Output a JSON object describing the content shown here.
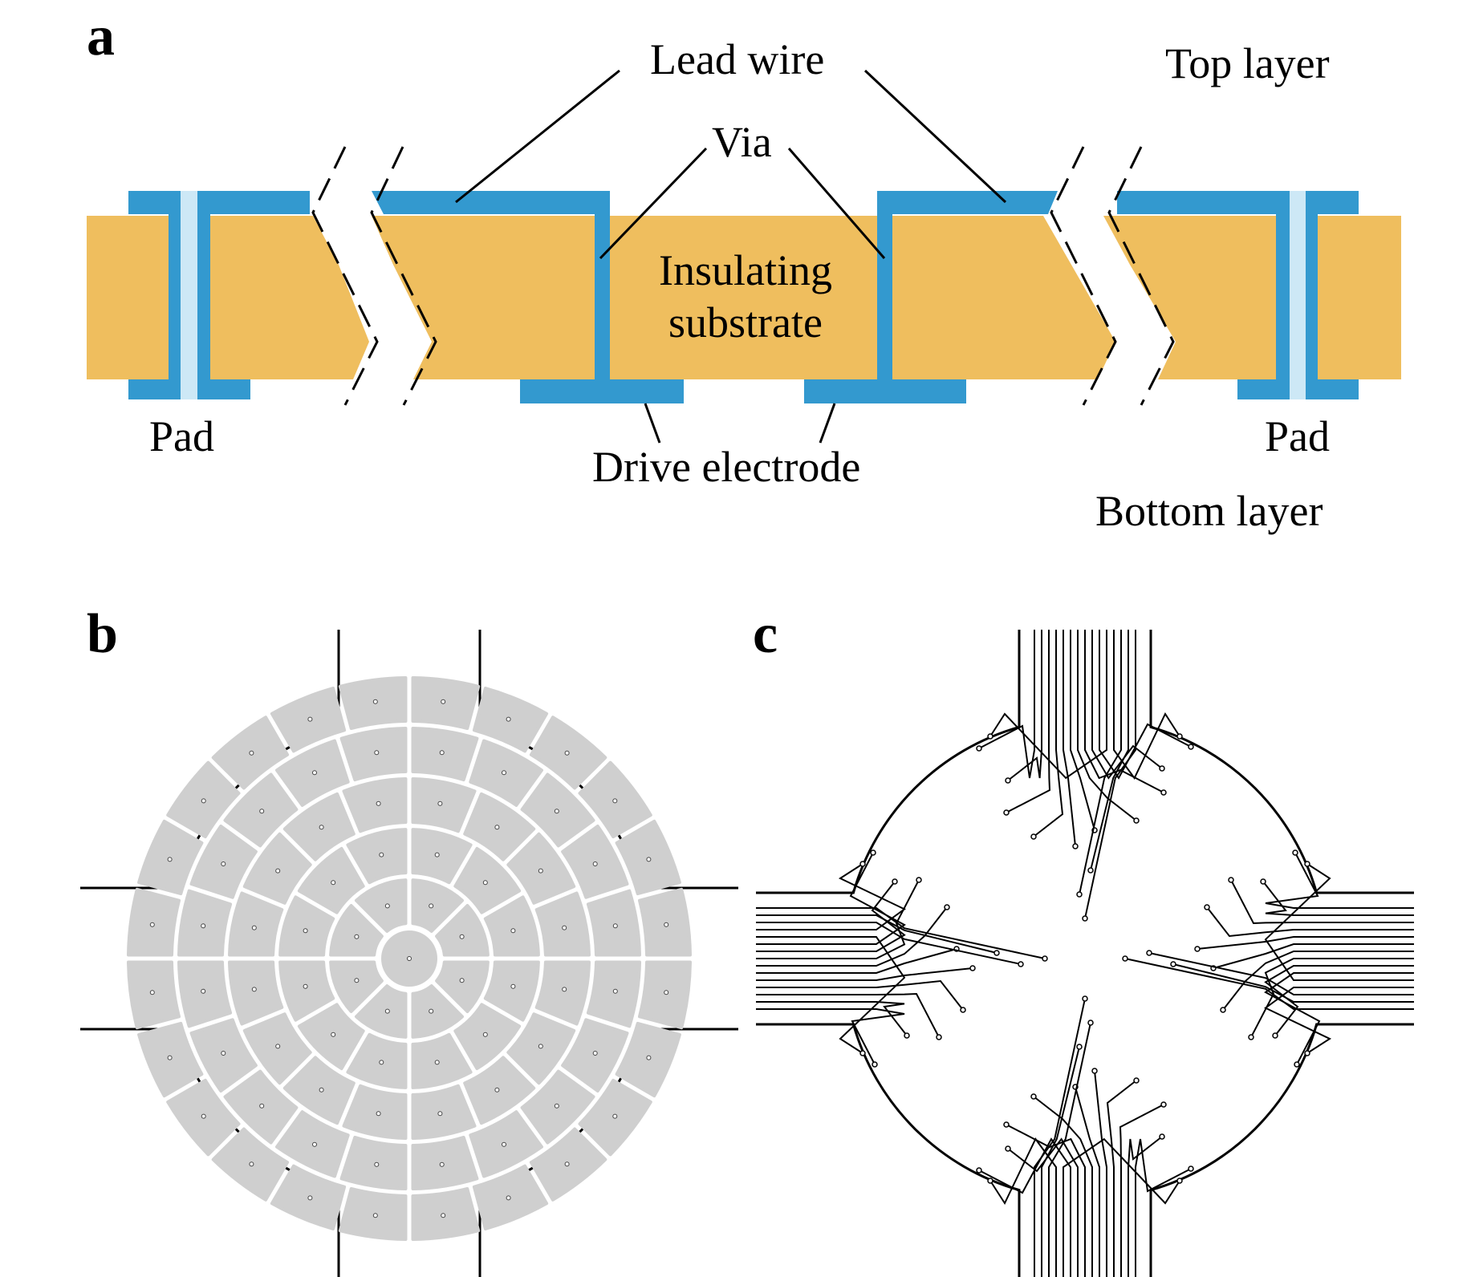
{
  "panels": {
    "a": {
      "letter": "a",
      "labels": {
        "lead_wire": "Lead wire",
        "top_layer": "Top layer",
        "via": "Via",
        "insulating": "Insulating",
        "substrate": "substrate",
        "pad_left": "Pad",
        "pad_right": "Pad",
        "drive_electrode": "Drive electrode",
        "bottom_layer": "Bottom layer"
      }
    },
    "b": {
      "letter": "b"
    },
    "c": {
      "letter": "c"
    }
  },
  "colors": {
    "substrate": "#EFBE5E",
    "copper": "#3399CF",
    "via_fill": "#CDE8F6",
    "electrode": "#CFCFCF",
    "line": "#000000"
  },
  "electrode_array": {
    "ring_counts": [
      1,
      8,
      12,
      16,
      20,
      24
    ]
  }
}
